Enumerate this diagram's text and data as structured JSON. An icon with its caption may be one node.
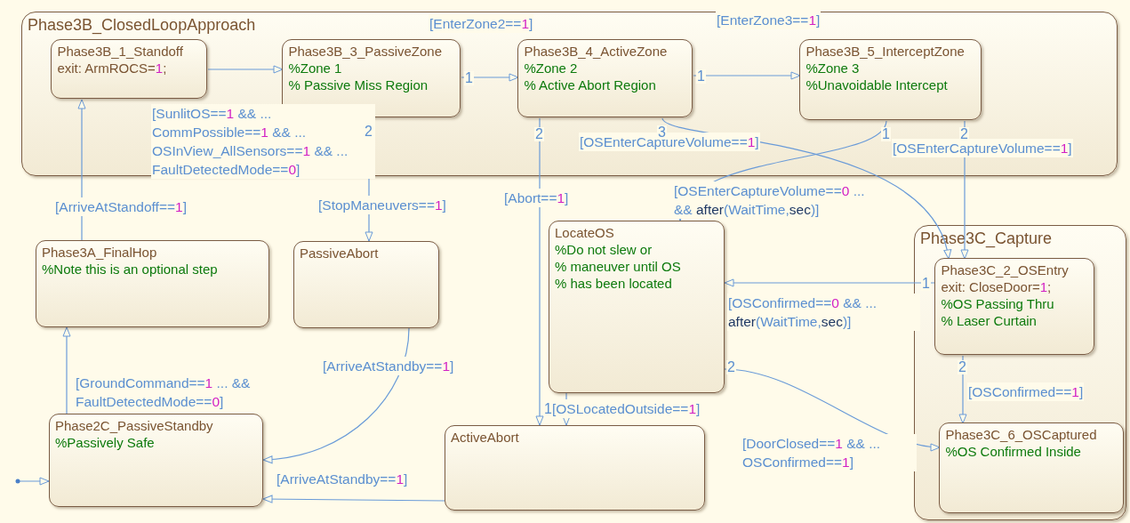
{
  "diagram": {
    "nodes": [
      {
        "text": [
          "Phase3B_ClosedLoopApproach"
        ]
      },
      {
        "text": [
          "Phase3B_1_Standoff",
          "exit: ArmROCS=1;"
        ],
        "in": 0
      },
      {
        "text": [
          "Phase3B_3_PassiveZone",
          "%Zone 1",
          "% Passive Miss Region"
        ],
        "in": 0
      },
      {
        "text": [
          "Phase3B_4_ActiveZone",
          "%Zone 2",
          "%  Active Abort Region"
        ],
        "in": 0
      },
      {
        "text": [
          "Phase3B_5_InterceptZone",
          "%Zone 3",
          "%Unavoidable Intercept"
        ],
        "in": 0
      },
      {
        "text": [
          "Phase3A_FinalHop",
          "%Note this is an optional step"
        ]
      },
      {
        "text": [
          "PassiveAbort"
        ]
      },
      {
        "text": [
          "LocateOS",
          "%Do not slew or",
          "% maneuver until OS",
          "% has been located"
        ]
      },
      {
        "text": [
          "Phase3C_Capture"
        ]
      },
      {
        "text": [
          "Phase3C_2_OSEntry",
          "exit: CloseDoor=1;",
          "%OS Passing Thru",
          "% Laser Curtain"
        ],
        "in": 8
      },
      {
        "text": [
          "Phase3C_6_OSCaptured",
          "%OS Confirmed Inside"
        ],
        "in": 8
      },
      {
        "text": [
          "Phase2C_PassiveStandby",
          "%Passively Safe"
        ]
      },
      {
        "text": [
          "ActiveAbort"
        ]
      }
    ],
    "edges": [
      {
        "from": null,
        "to": 11,
        "arrow": "to"
      },
      {
        "from": 1,
        "to": 2,
        "arrow": "to",
        "label": "[SunlitOS==1 && ... CommPossible==1 && ... OSInView_AllSensors==1 && ... FaultDetectedMode==0]"
      },
      {
        "from": 2,
        "to": 3,
        "arrow": "to",
        "label": "[EnterZone2==1]"
      },
      {
        "from": 3,
        "to": 4,
        "arrow": "to",
        "label": "[EnterZone3==1]"
      },
      {
        "from": 2,
        "to": 6,
        "arrow": "to",
        "label": "[StopManeuvers==1]"
      },
      {
        "from": 3,
        "to": 12,
        "arrow": "to",
        "label": "[Abort==1]"
      },
      {
        "from": 3,
        "to": 9,
        "arrow": "to",
        "label": "[OSEnterCaptureVolume==1]"
      },
      {
        "from": 4,
        "to": 7,
        "arrow": "to",
        "label": "[OSEnterCaptureVolume==0 ... && after(WaitTime,sec)]"
      },
      {
        "from": 4,
        "to": 9,
        "arrow": "to",
        "label": "[OSEnterCaptureVolume==1]"
      },
      {
        "from": 9,
        "to": 7,
        "arrow": "to",
        "label": "[OSConfirmed==0 && ... after(WaitTime,sec)]"
      },
      {
        "from": 9,
        "to": 10,
        "arrow": "to",
        "label": "[OSConfirmed==1]"
      },
      {
        "from": 7,
        "to": 10,
        "arrow": "to",
        "label": "[DoorClosed==1 && ... OSConfirmed==1]"
      },
      {
        "from": 7,
        "to": 12,
        "arrow": "to",
        "label": "[OSLocatedOutside==1]"
      },
      {
        "from": 6,
        "to": 11,
        "arrow": "to",
        "label": "[ArriveAtStandby==1]"
      },
      {
        "from": 12,
        "to": 11,
        "arrow": "to",
        "label": "[ArriveAtStandby==1]"
      },
      {
        "from": 11,
        "to": 5,
        "arrow": "to",
        "label": "[GroundCommand==1 ... && FaultDetectedMode==0]"
      },
      {
        "from": 5,
        "to": 1,
        "arrow": "to",
        "label": "[ArriveAtStandoff==1]"
      }
    ],
    "labels": [
      "1",
      "1",
      "2",
      "2",
      "3",
      "1",
      "2",
      "1",
      "2",
      "2",
      "1"
    ]
  }
}
